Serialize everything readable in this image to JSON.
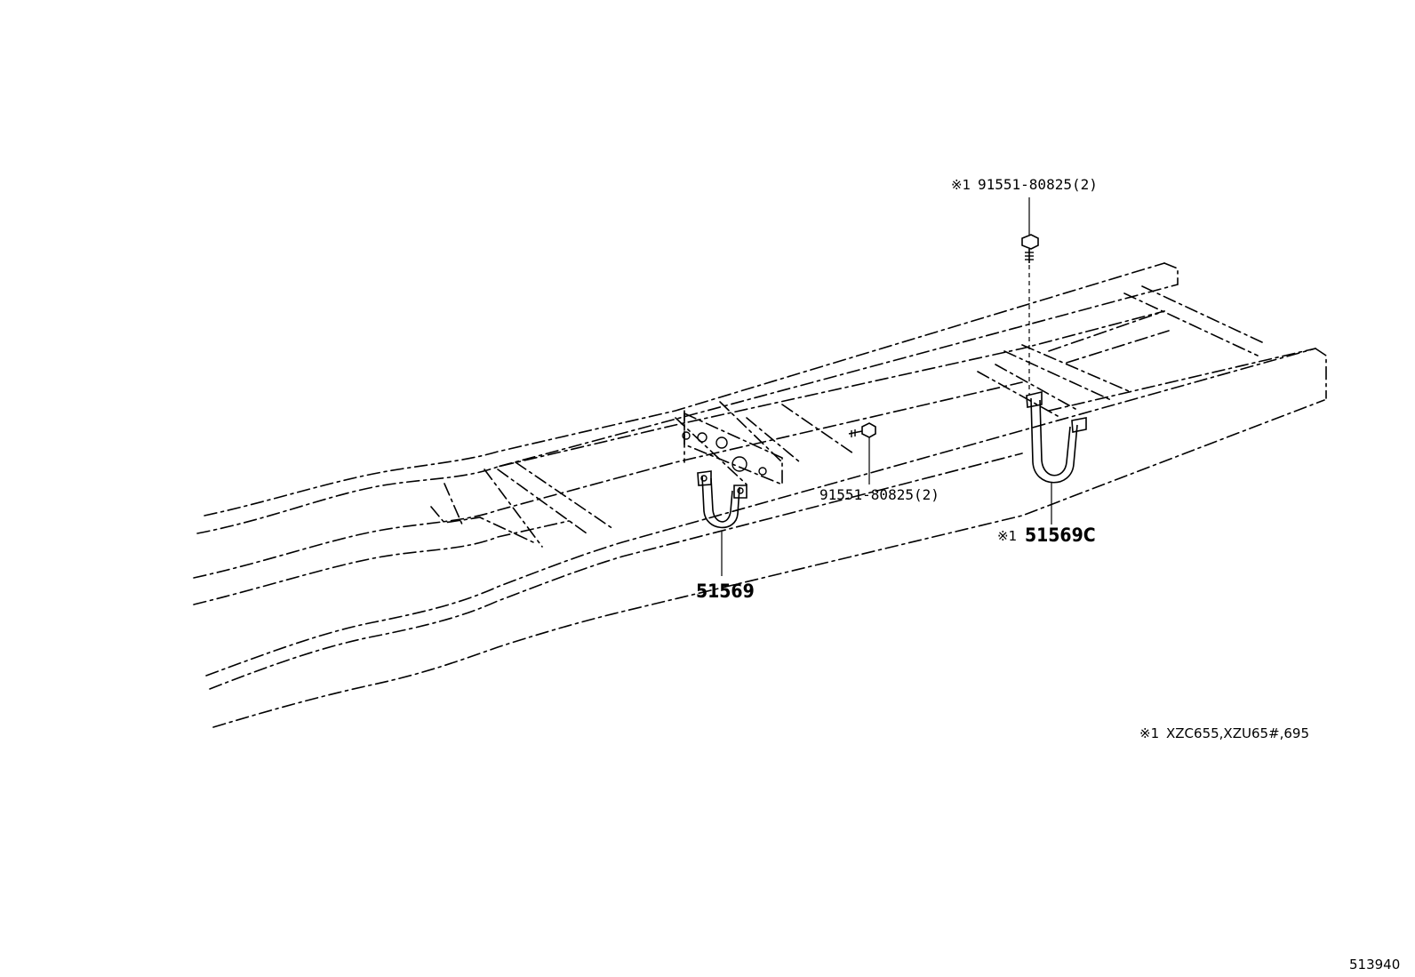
{
  "callouts": {
    "bolt_upper": {
      "marker": "※1",
      "part": "91551-80825(2)"
    },
    "bolt_lower": {
      "part": "91551-80825(2)"
    },
    "hanger_left": {
      "part": "51569"
    },
    "hanger_right": {
      "marker": "※1",
      "part": "51569C"
    }
  },
  "footnote": {
    "marker": "※1",
    "text": "XZC655,XZU65#,695"
  },
  "diagram_id": "513940"
}
